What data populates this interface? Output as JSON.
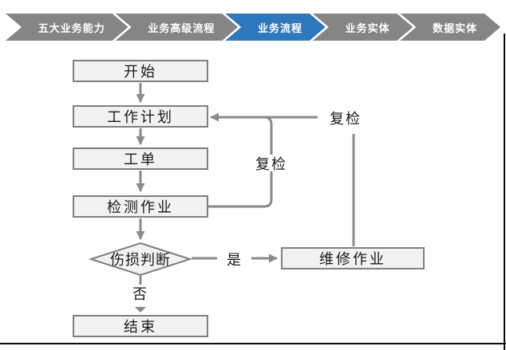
{
  "nav": {
    "active_index": 2,
    "active_color": "#2e78be",
    "inactive_color": "#858585",
    "items": [
      {
        "label": "五大业务能力"
      },
      {
        "label": "业务高级流程"
      },
      {
        "label": "业务流程"
      },
      {
        "label": "业务实体"
      },
      {
        "label": "数据实体"
      }
    ]
  },
  "flowchart": {
    "nodes": {
      "start": {
        "label": "开始"
      },
      "work_plan": {
        "label": "工作计划"
      },
      "work_order": {
        "label": "工单"
      },
      "inspection": {
        "label": "检测作业"
      },
      "damage_decision": {
        "label": "伤损判断"
      },
      "repair": {
        "label": "维修作业"
      },
      "end": {
        "label": "结束"
      }
    },
    "edge_labels": {
      "recheck_inner": "复检",
      "recheck_outer": "复检",
      "yes": "是",
      "no": "否"
    },
    "colors": {
      "node_fill": "#f2f2f2",
      "node_border": "#7f7f7f",
      "connector": "#8a8a8a"
    }
  }
}
